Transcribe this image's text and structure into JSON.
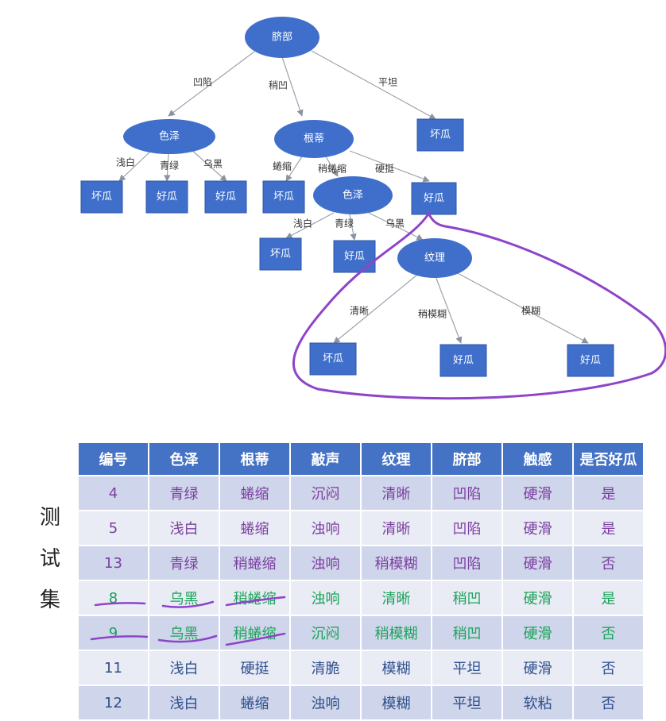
{
  "tree": {
    "root": "脐部",
    "root_edges": [
      "凹陷",
      "稍凹",
      "平坦"
    ],
    "n_color1": "色泽",
    "n_root_stem": "根蒂",
    "leaf_flat": "坏瓜",
    "color1_edges": [
      "浅白",
      "青绿",
      "乌黑"
    ],
    "color1_leaves": [
      "坏瓜",
      "好瓜",
      "好瓜"
    ],
    "stem_edges": [
      "蜷缩",
      "稍蜷缩",
      "硬挺"
    ],
    "stem_leaf_curl": "坏瓜",
    "n_color2": "色泽",
    "stem_leaf_stiff": "好瓜",
    "color2_edges": [
      "浅白",
      "青绿",
      "乌黑"
    ],
    "color2_leaves": [
      "坏瓜",
      "好瓜"
    ],
    "n_texture": "纹理",
    "texture_edges": [
      "清晰",
      "稍模糊",
      "模糊"
    ],
    "texture_leaves": [
      "坏瓜",
      "好瓜",
      "好瓜"
    ]
  },
  "side_label": [
    "测",
    "试",
    "集"
  ],
  "table": {
    "headers": [
      "编号",
      "色泽",
      "根蒂",
      "敲声",
      "纹理",
      "脐部",
      "触感",
      "是否好瓜"
    ],
    "rows": [
      [
        "4",
        "青绿",
        "蜷缩",
        "沉闷",
        "清晰",
        "凹陷",
        "硬滑",
        "是"
      ],
      [
        "5",
        "浅白",
        "蜷缩",
        "浊响",
        "清晰",
        "凹陷",
        "硬滑",
        "是"
      ],
      [
        "13",
        "青绿",
        "稍蜷缩",
        "浊响",
        "稍模糊",
        "凹陷",
        "硬滑",
        "否"
      ],
      [
        "8",
        "乌黑",
        "稍蜷缩",
        "浊响",
        "清晰",
        "稍凹",
        "硬滑",
        "是"
      ],
      [
        "9",
        "乌黑",
        "稍蜷缩",
        "沉闷",
        "稍模糊",
        "稍凹",
        "硬滑",
        "否"
      ],
      [
        "11",
        "浅白",
        "硬挺",
        "清脆",
        "模糊",
        "平坦",
        "硬滑",
        "否"
      ],
      [
        "12",
        "浅白",
        "蜷缩",
        "浊响",
        "模糊",
        "平坦",
        "软粘",
        "否"
      ]
    ]
  },
  "colors": {
    "node_fill": "#3f6fcb",
    "header_fill": "#4472c4",
    "row_dark": "#cfd5ea",
    "row_light": "#e9ebf5",
    "text_purple": "#7b3fa0",
    "text_green": "#1ba35a",
    "text_blue": "#2e4f8c",
    "annotation_purple": "#8e44c9"
  }
}
